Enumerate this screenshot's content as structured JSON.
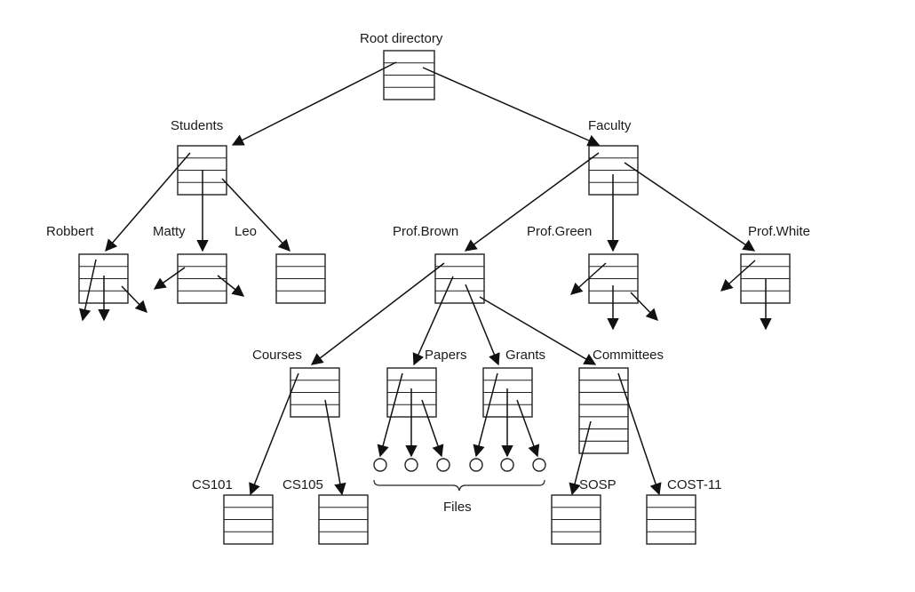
{
  "diagram": {
    "labels": {
      "root": "Root directory",
      "students": "Students",
      "faculty": "Faculty",
      "robbert": "Robbert",
      "matty": "Matty",
      "leo": "Leo",
      "prof_brown": "Prof.Brown",
      "prof_green": "Prof.Green",
      "prof_white": "Prof.White",
      "courses": "Courses",
      "papers": "Papers",
      "grants": "Grants",
      "committees": "Committees",
      "cs101": "CS101",
      "cs105": "CS105",
      "sosp": "SOSP",
      "cost11": "COST-11",
      "files": "Files"
    },
    "nodes": [
      {
        "id": "root",
        "label": "Root directory",
        "parent": null
      },
      {
        "id": "students",
        "label": "Students",
        "parent": "root"
      },
      {
        "id": "faculty",
        "label": "Faculty",
        "parent": "root"
      },
      {
        "id": "robbert",
        "label": "Robbert",
        "parent": "students"
      },
      {
        "id": "matty",
        "label": "Matty",
        "parent": "students"
      },
      {
        "id": "leo",
        "label": "Leo",
        "parent": "students"
      },
      {
        "id": "prof_brown",
        "label": "Prof.Brown",
        "parent": "faculty"
      },
      {
        "id": "prof_green",
        "label": "Prof.Green",
        "parent": "faculty"
      },
      {
        "id": "prof_white",
        "label": "Prof.White",
        "parent": "faculty"
      },
      {
        "id": "courses",
        "label": "Courses",
        "parent": "prof_brown"
      },
      {
        "id": "papers",
        "label": "Papers",
        "parent": "prof_brown"
      },
      {
        "id": "grants",
        "label": "Grants",
        "parent": "prof_brown"
      },
      {
        "id": "committees",
        "label": "Committees",
        "parent": "prof_brown"
      },
      {
        "id": "cs101",
        "label": "CS101",
        "parent": "courses"
      },
      {
        "id": "cs105",
        "label": "CS105",
        "parent": "courses"
      },
      {
        "id": "sosp",
        "label": "SOSP",
        "parent": "committees"
      },
      {
        "id": "cost11",
        "label": "COST-11",
        "parent": "committees"
      }
    ]
  }
}
